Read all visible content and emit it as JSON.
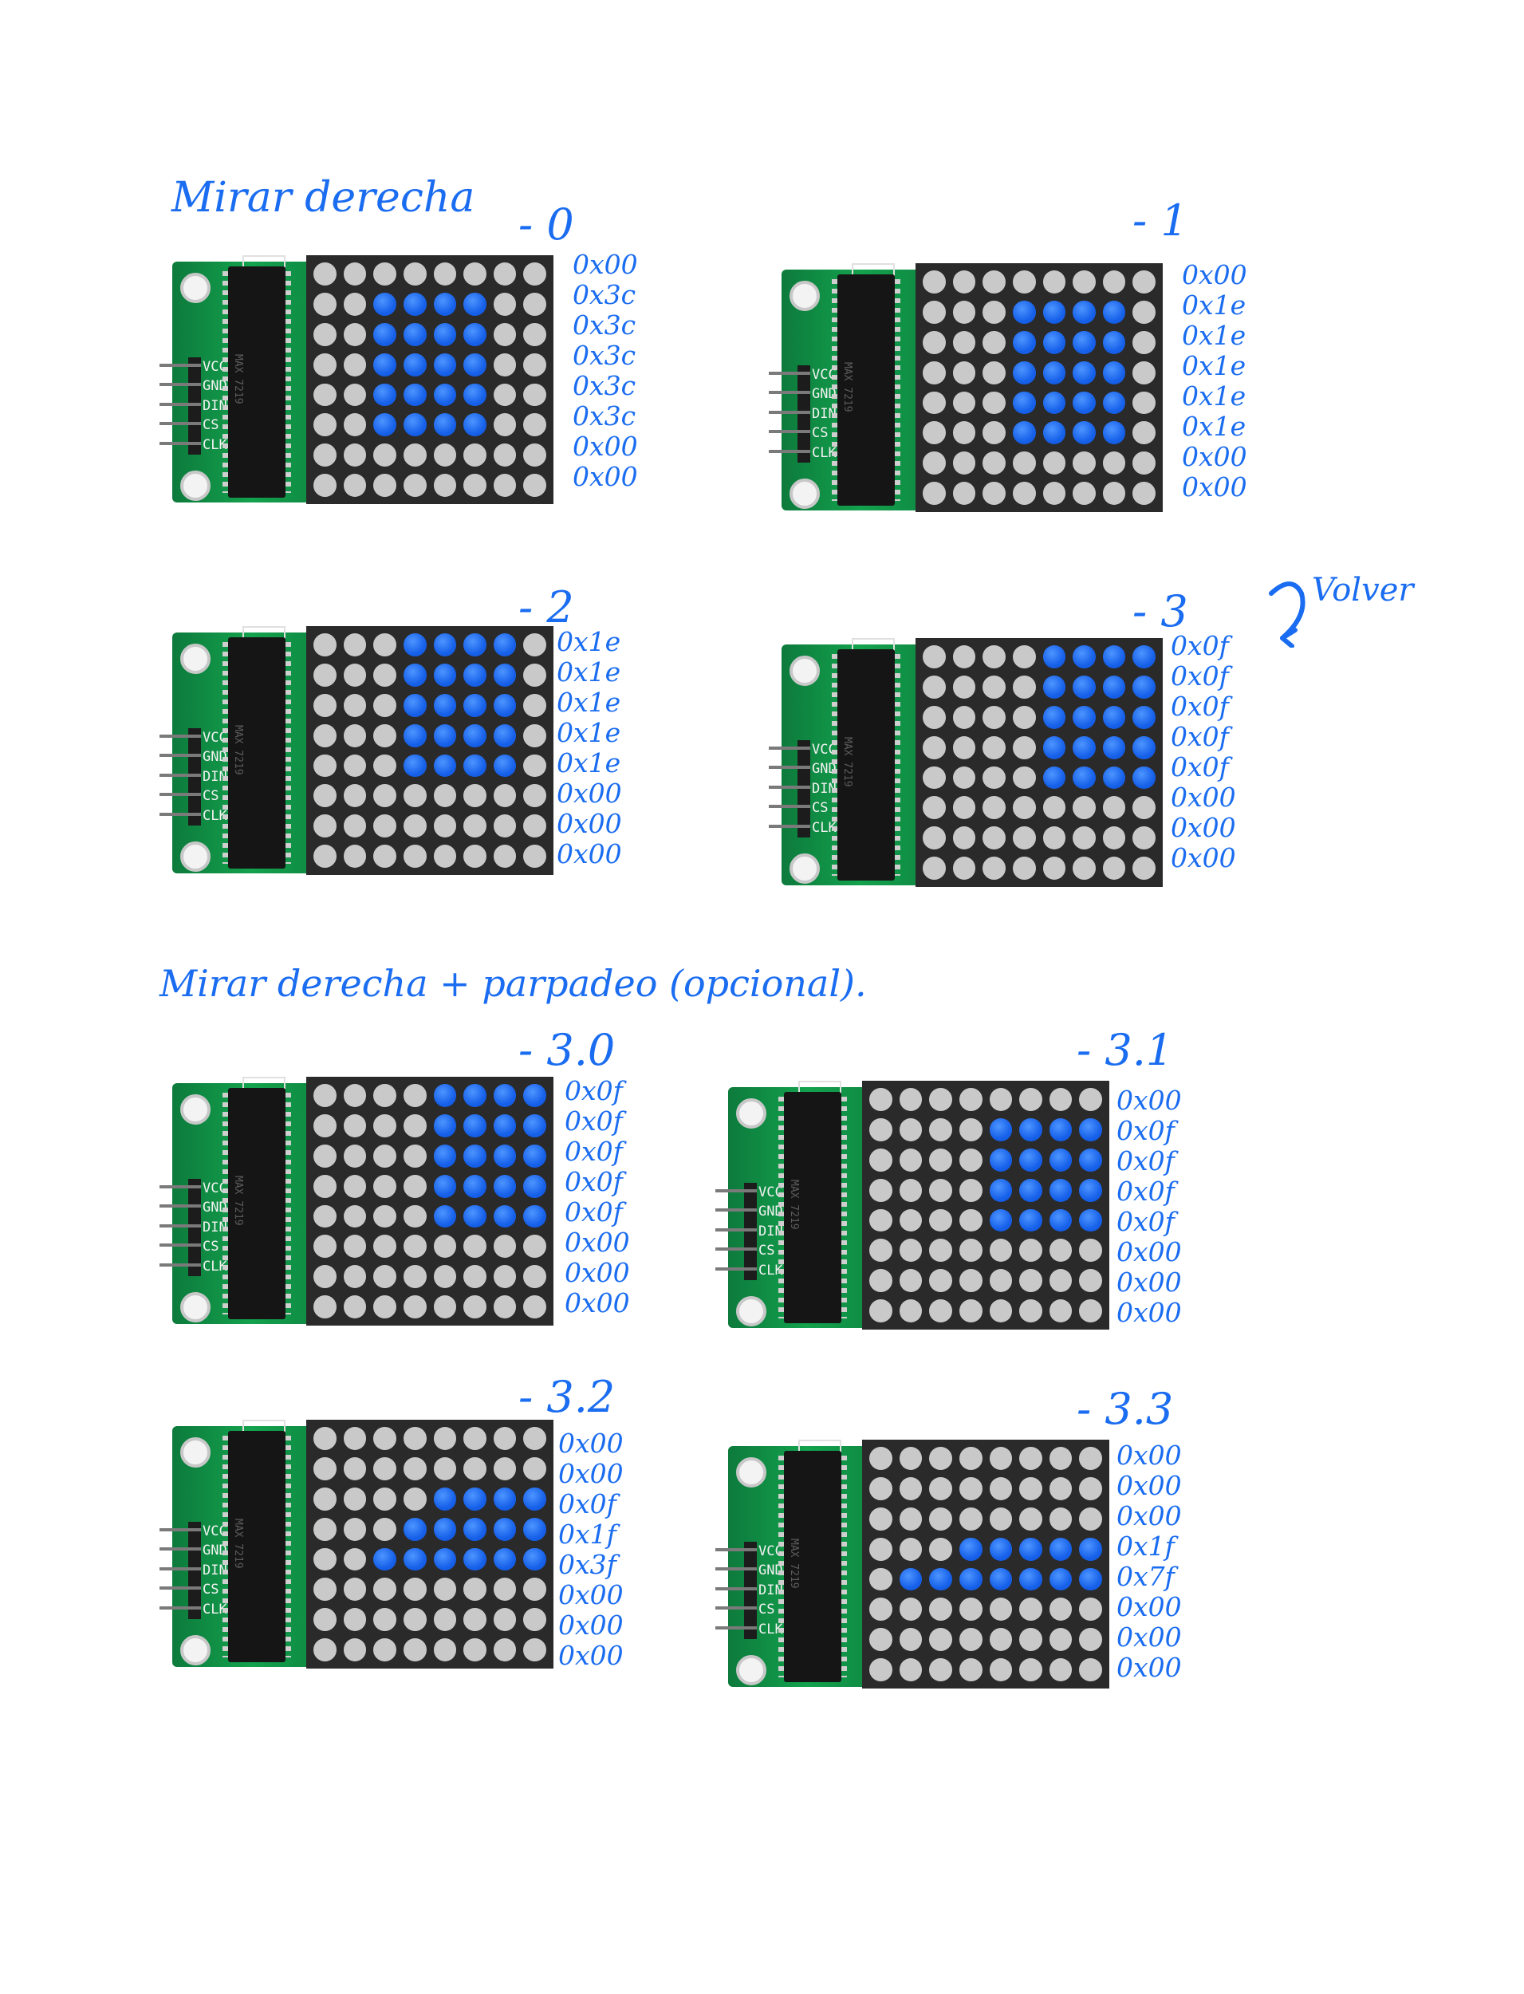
{
  "sections": [
    {
      "title": "Mirar derecha"
    },
    {
      "title": "Mirar derecha + parpadeo (opcional)."
    }
  ],
  "frames": [
    {
      "label": "- 0",
      "hex": [
        "0x00",
        "0x3c",
        "0x3c",
        "0x3c",
        "0x3c",
        "0x3c",
        "0x00",
        "0x00"
      ]
    },
    {
      "label": "- 1",
      "hex": [
        "0x00",
        "0x1e",
        "0x1e",
        "0x1e",
        "0x1e",
        "0x1e",
        "0x00",
        "0x00"
      ]
    },
    {
      "label": "- 2",
      "hex": [
        "0x1e",
        "0x1e",
        "0x1e",
        "0x1e",
        "0x1e",
        "0x00",
        "0x00",
        "0x00"
      ]
    },
    {
      "label": "- 3",
      "hex": [
        "0x0f",
        "0x0f",
        "0x0f",
        "0x0f",
        "0x0f",
        "0x00",
        "0x00",
        "0x00"
      ]
    },
    {
      "label": "- 3.0",
      "hex": [
        "0x0f",
        "0x0f",
        "0x0f",
        "0x0f",
        "0x0f",
        "0x00",
        "0x00",
        "0x00"
      ]
    },
    {
      "label": "- 3.1",
      "hex": [
        "0x00",
        "0x0f",
        "0x0f",
        "0x0f",
        "0x0f",
        "0x00",
        "0x00",
        "0x00"
      ]
    },
    {
      "label": "- 3.2",
      "hex": [
        "0x00",
        "0x00",
        "0x0f",
        "0x1f",
        "0x3f",
        "0x00",
        "0x00",
        "0x00"
      ]
    },
    {
      "label": "- 3.3",
      "hex": [
        "0x00",
        "0x00",
        "0x00",
        "0x1f",
        "0x7f",
        "0x00",
        "0x00",
        "0x00"
      ]
    }
  ],
  "annotation": {
    "text": "Volver",
    "icon": "return-arrow-icon"
  },
  "module": {
    "pins": [
      "VCC",
      "GND",
      "DIN",
      "CS",
      "CLK"
    ],
    "chip_text": "MAX 7219"
  },
  "colors": {
    "ink": "#1a6cf0",
    "led_on": "#1761ea",
    "led_off": "#c9c9c9",
    "pcb": "#13a24d",
    "matrix": "#2a2a2a"
  }
}
